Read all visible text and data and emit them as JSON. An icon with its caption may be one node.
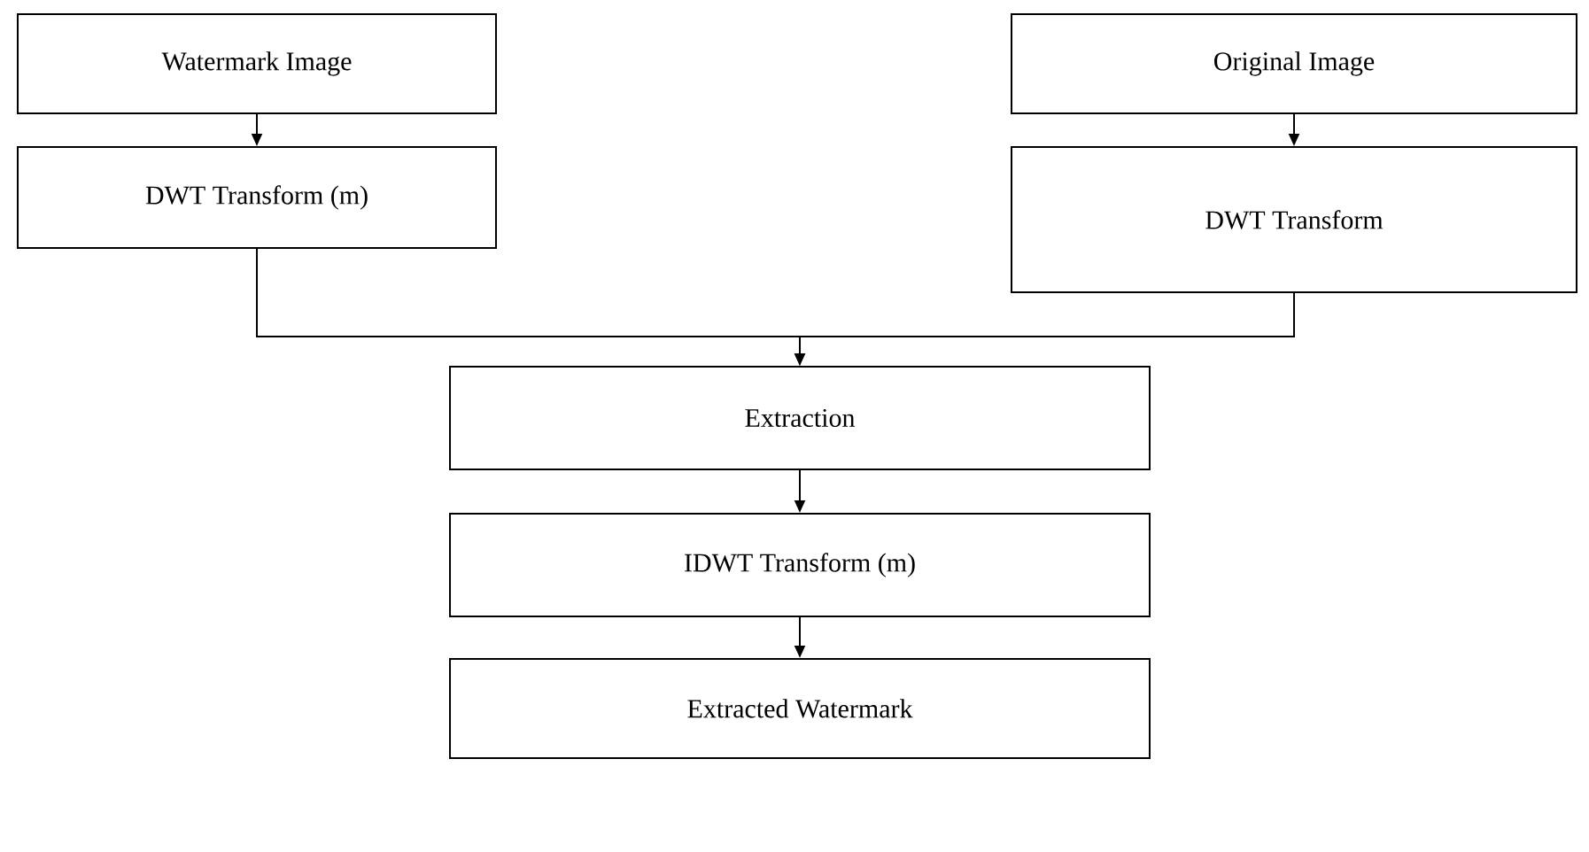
{
  "diagram": {
    "nodes": [
      {
        "text": [
          "Watermark Image"
        ]
      },
      {
        "text": [
          "DWT Transform (m)"
        ]
      },
      {
        "text": [
          "Original Image"
        ]
      },
      {
        "text": [
          "DWT Transform"
        ]
      },
      {
        "text": [
          "Extraction"
        ]
      },
      {
        "text": [
          "IDWT Transform (m)"
        ]
      },
      {
        "text": [
          "Extracted Watermark"
        ]
      }
    ],
    "edges": [
      {
        "from": 0,
        "to": 1,
        "arrow": "to"
      },
      {
        "from": 2,
        "to": 3,
        "arrow": "to"
      },
      {
        "from": 1,
        "to": 4,
        "arrow": "to"
      },
      {
        "from": 3,
        "to": 4,
        "arrow": "to"
      },
      {
        "from": 4,
        "to": 5,
        "arrow": "to"
      },
      {
        "from": 5,
        "to": 6,
        "arrow": "to"
      }
    ]
  }
}
